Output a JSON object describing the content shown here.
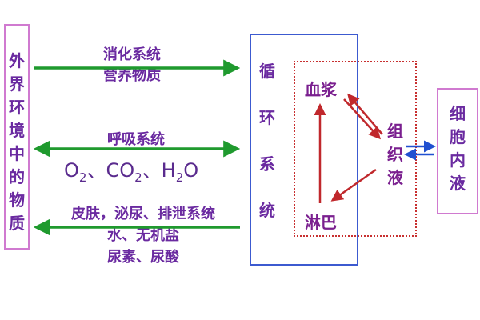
{
  "left_label": [
    "外",
    "界",
    "环",
    "境",
    "中",
    "的",
    "物",
    "质"
  ],
  "right_label": [
    "细",
    "胞",
    "内",
    "液"
  ],
  "circ_label": [
    "循",
    "环",
    "系",
    "统"
  ],
  "nodes": {
    "plasma": "血浆",
    "tissue": [
      "组",
      "织",
      "液"
    ],
    "lymph": "淋巴"
  },
  "arrows": {
    "digestive": {
      "line1": "消化系统",
      "line2": "营养物质"
    },
    "respiratory": {
      "label": "呼吸系统",
      "o2": "O",
      "o2_sub": "2",
      "sep1": "、",
      "co2": "CO",
      "co2_sub": "2",
      "sep2": "、",
      "h2o_h": "H",
      "h2o_sub": "2",
      "h2o_o": "O"
    },
    "excretion": {
      "line1": "皮肤，泌尿、排泄系统",
      "line2": "水、无机盐",
      "line3": "尿素、尿酸"
    }
  },
  "colors": {
    "green_arrow": "#1f9a2e",
    "red_arrow": "#c0282c",
    "blue_arrow": "#2050d0",
    "purple_text": "#6a2aa0",
    "border_pink": "#d07ad0",
    "border_blue": "#3c5ad0"
  }
}
